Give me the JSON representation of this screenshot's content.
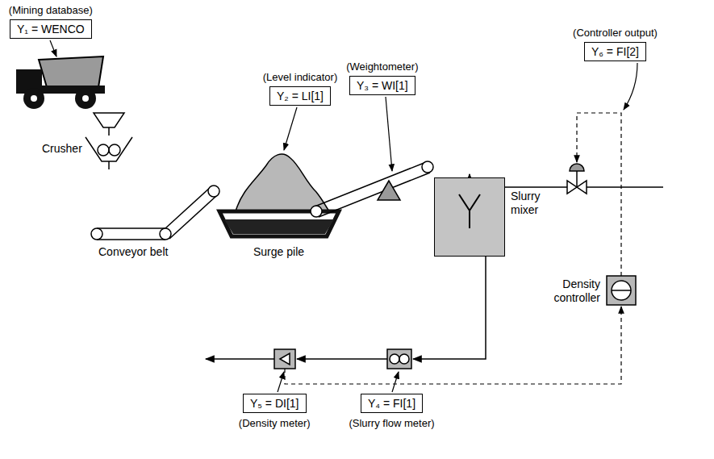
{
  "diagram": {
    "nodes": [
      {
        "text": [
          "(Mining database)",
          "Y₁ = WENCO"
        ]
      },
      {
        "text": [
          "(Level indicator)",
          "Y₂ = LI[1]"
        ]
      },
      {
        "text": [
          "(Weightometer)",
          "Y₃ = WI[1]"
        ]
      },
      {
        "text": [
          "(Controller output)",
          "Y₆ = FI[2]"
        ]
      },
      {
        "text": [
          "Slurry mixer"
        ]
      },
      {
        "text": [
          "Density controller"
        ]
      },
      {
        "text": [
          "Y₅ = DI[1]",
          "(Density meter)"
        ]
      },
      {
        "text": [
          "Y₄ = FI[1]",
          "(Slurry flow meter)"
        ]
      }
    ],
    "labels": [
      "Crusher",
      "Conveyor belt",
      "Surge pile"
    ]
  }
}
